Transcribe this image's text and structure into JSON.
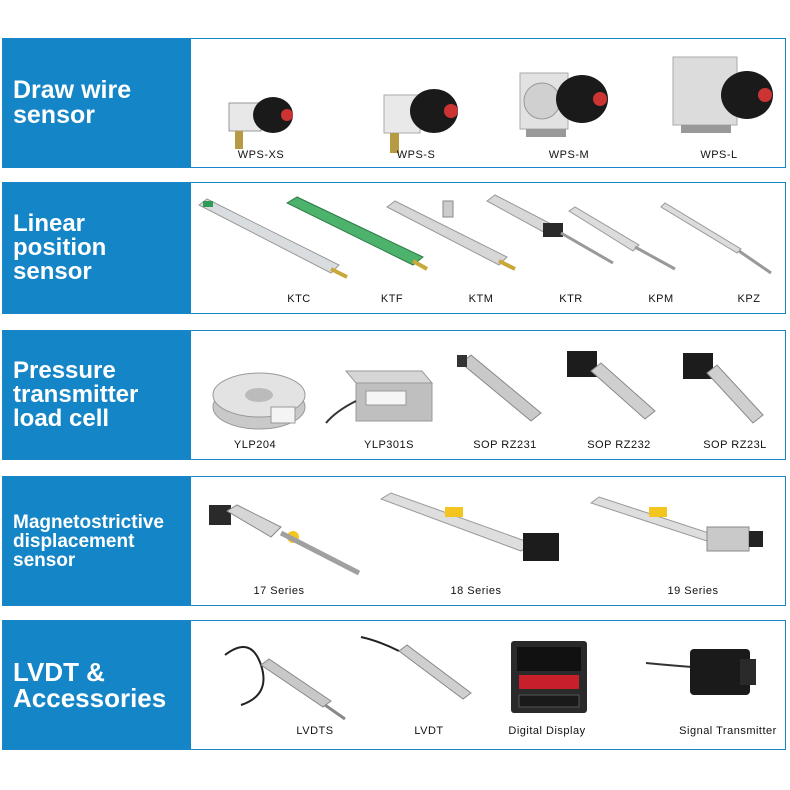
{
  "categories": [
    {
      "title": "Draw wire\nsensor",
      "products": [
        "WPS-XS",
        "WPS-S",
        "WPS-M",
        "WPS-L"
      ]
    },
    {
      "title": "Linear\nposition\nsensor",
      "products": [
        "KTC",
        "KTF",
        "KTM",
        "KTR",
        "KPM",
        "KPZ"
      ]
    },
    {
      "title": "Pressure\ntransmitter\nload cell",
      "products": [
        "YLP204",
        "YLP301S",
        "SOP RZ231",
        "SOP RZ232",
        "SOP RZ23L"
      ]
    },
    {
      "title": "Magnetostrictive\ndisplacement\nsensor",
      "products": [
        "17 Series",
        "18 Series",
        "19 Series"
      ]
    },
    {
      "title": "LVDT &\nAccessories",
      "products": [
        "LVDTS",
        "LVDT",
        "Digital Display",
        "Signal Transmitter"
      ]
    }
  ],
  "colors": {
    "band": "#1485c6",
    "border": "#1a86c8"
  }
}
